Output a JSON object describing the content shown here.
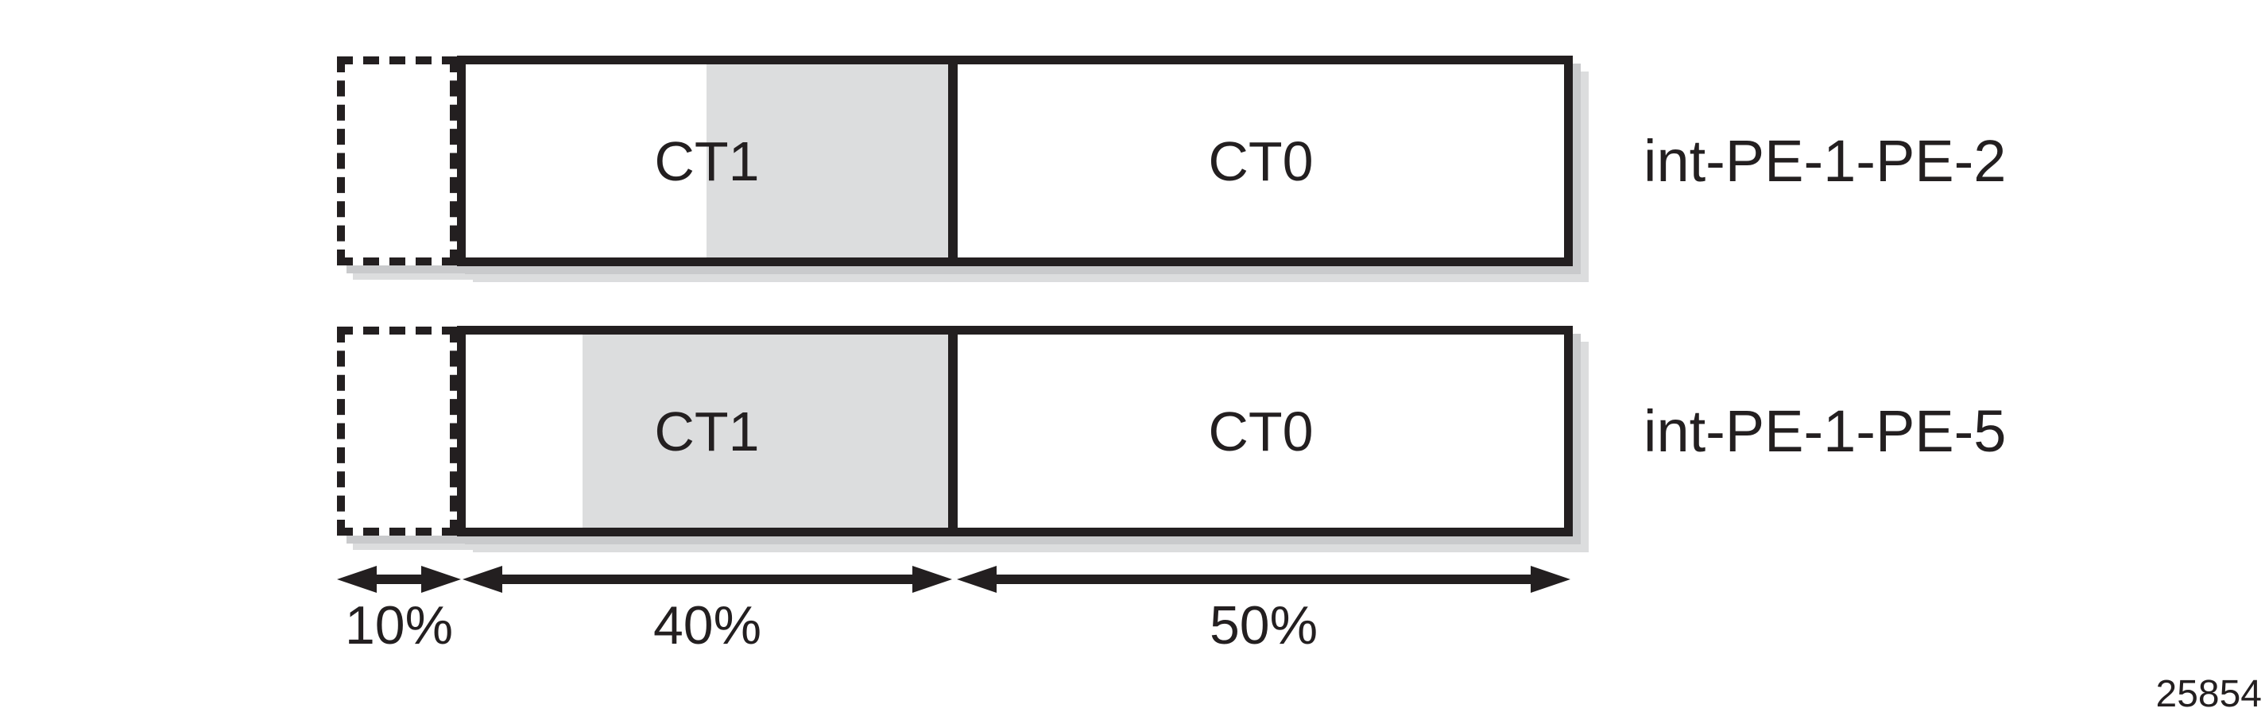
{
  "figure_number": "25854",
  "colors": {
    "ink": "#231f20",
    "ct1_shade_gray": "#dcddde",
    "shadow_gray": "#c9cacc"
  },
  "diagram": {
    "rows": [
      {
        "interface": "int-PE-1-PE-2",
        "ct1_label": "CT1",
        "ct0_label": "CT0",
        "ct1_shade_left": "49.9%",
        "ct1_shade_width": "50.1%"
      },
      {
        "interface": "int-PE-1-PE-5",
        "ct1_label": "CT1",
        "ct0_label": "CT0",
        "ct1_shade_left": "24.2%",
        "ct1_shade_width": "75.8%"
      }
    ],
    "scale_labels": {
      "reserved": "10%",
      "ct1": "40%",
      "ct0": "50%"
    }
  },
  "chart_data": {
    "type": "bar",
    "orientation": "horizontal",
    "categories": [
      "int-PE-1-PE-2",
      "int-PE-1-PE-5"
    ],
    "bandwidth_allocation_percent": {
      "reserved_dashed": 10,
      "CT1": 40,
      "CT0": 50
    },
    "ct1_shaded_fraction_of_segment": [
      0.5,
      0.76
    ],
    "tick_labels": [
      "10%",
      "40%",
      "50%"
    ]
  }
}
